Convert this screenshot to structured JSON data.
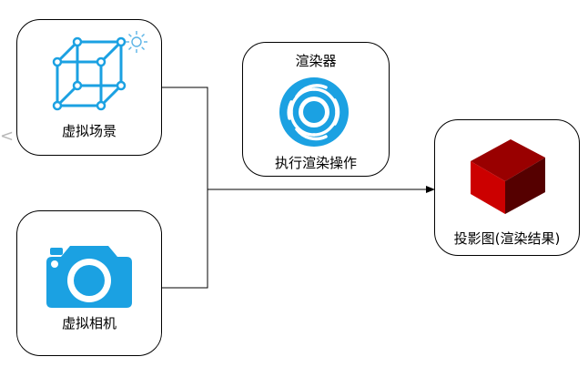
{
  "nodes": {
    "scene": {
      "label": "虚拟场景"
    },
    "camera": {
      "label": "虚拟相机"
    },
    "renderer": {
      "title": "渲染器",
      "label": "执行渲染操作"
    },
    "result": {
      "label": "投影图(渲染结果)"
    }
  },
  "icons": {
    "scene": "wireframe-cube-icon",
    "light": "sun-icon",
    "camera": "camera-icon",
    "renderer": "lens-icon",
    "result": "solid-cube-icon"
  },
  "colors": {
    "icon_blue": "#1ba1e2",
    "cube_front": "#cc0000",
    "cube_top": "#990000",
    "cube_side": "#550000",
    "border": "#000000"
  },
  "edge_mark": "<"
}
